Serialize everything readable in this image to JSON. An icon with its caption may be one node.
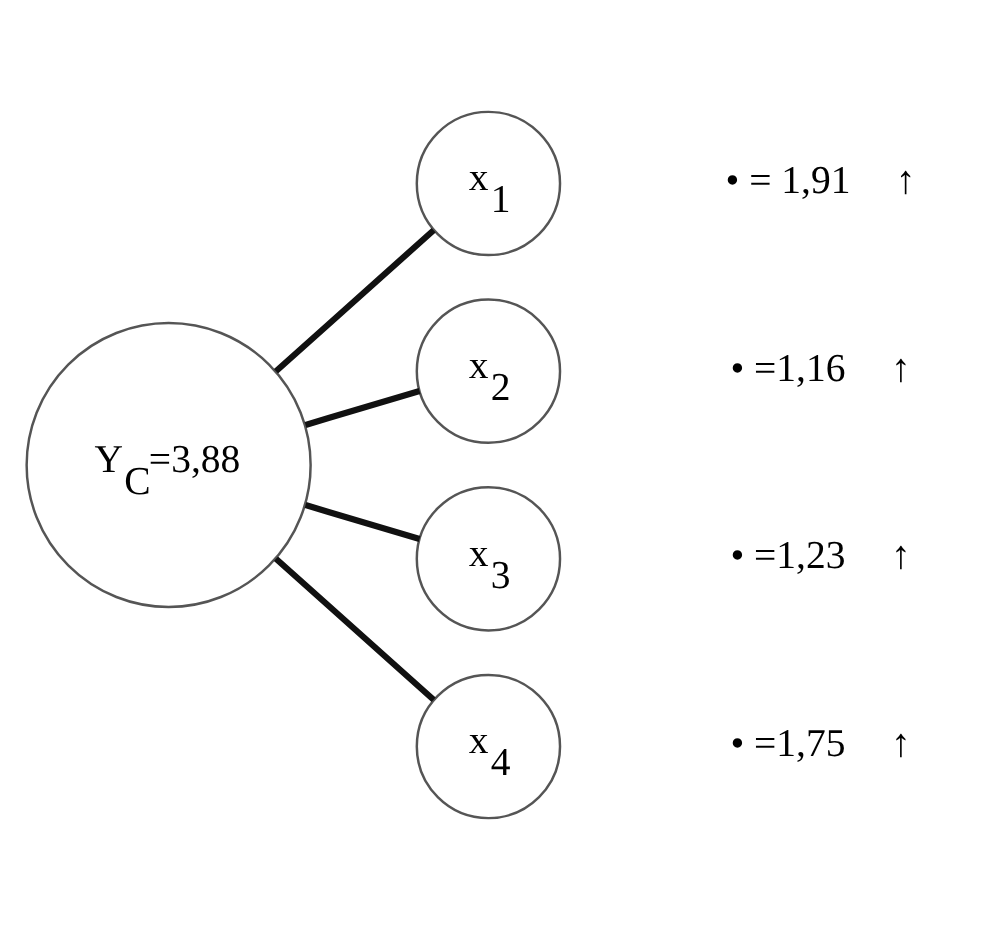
{
  "diagram": {
    "nodes": [
      {
        "text": [
          "Y$_{C}$=3,88"
        ]
      },
      {
        "text": [
          "x$_{1}$"
        ],
        "beside": [
          "• = 1,91",
          "↑"
        ]
      },
      {
        "text": [
          "x$_{2}$"
        ],
        "beside": [
          "• =1,16",
          "↑"
        ]
      },
      {
        "text": [
          "x$_{3}$"
        ],
        "beside": [
          "• =1,23",
          "↑"
        ]
      },
      {
        "text": [
          "x$_{4}$"
        ],
        "beside": [
          "• =1,75",
          "↑"
        ]
      }
    ],
    "edges": [
      {
        "from": 0,
        "to": 1,
        "arrow": "none"
      },
      {
        "from": 0,
        "to": 2,
        "arrow": "none"
      },
      {
        "from": 0,
        "to": 3,
        "arrow": "none"
      },
      {
        "from": 0,
        "to": 4,
        "arrow": "none"
      }
    ]
  }
}
